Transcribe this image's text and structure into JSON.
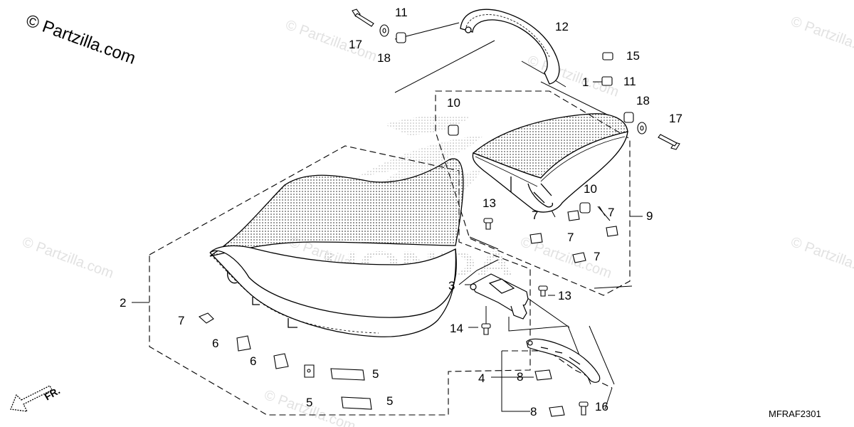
{
  "copyright": "© Partzilla.com",
  "watermark_text": "© Partzilla.com",
  "brand_watermark": "HONDA",
  "diagram_code": "MFRAF2301",
  "front_marker": "FR.",
  "callouts": [
    "1",
    "2",
    "3",
    "4",
    "5",
    "5",
    "5",
    "6",
    "6",
    "7",
    "7",
    "7",
    "7",
    "7",
    "8",
    "8",
    "9",
    "10",
    "10",
    "11",
    "11",
    "12",
    "13",
    "13",
    "14",
    "15",
    "16",
    "17",
    "17",
    "18",
    "18"
  ],
  "colors": {
    "line": "#000000",
    "watermark": "#e2e2e2",
    "part_fill": "#ffffff"
  }
}
